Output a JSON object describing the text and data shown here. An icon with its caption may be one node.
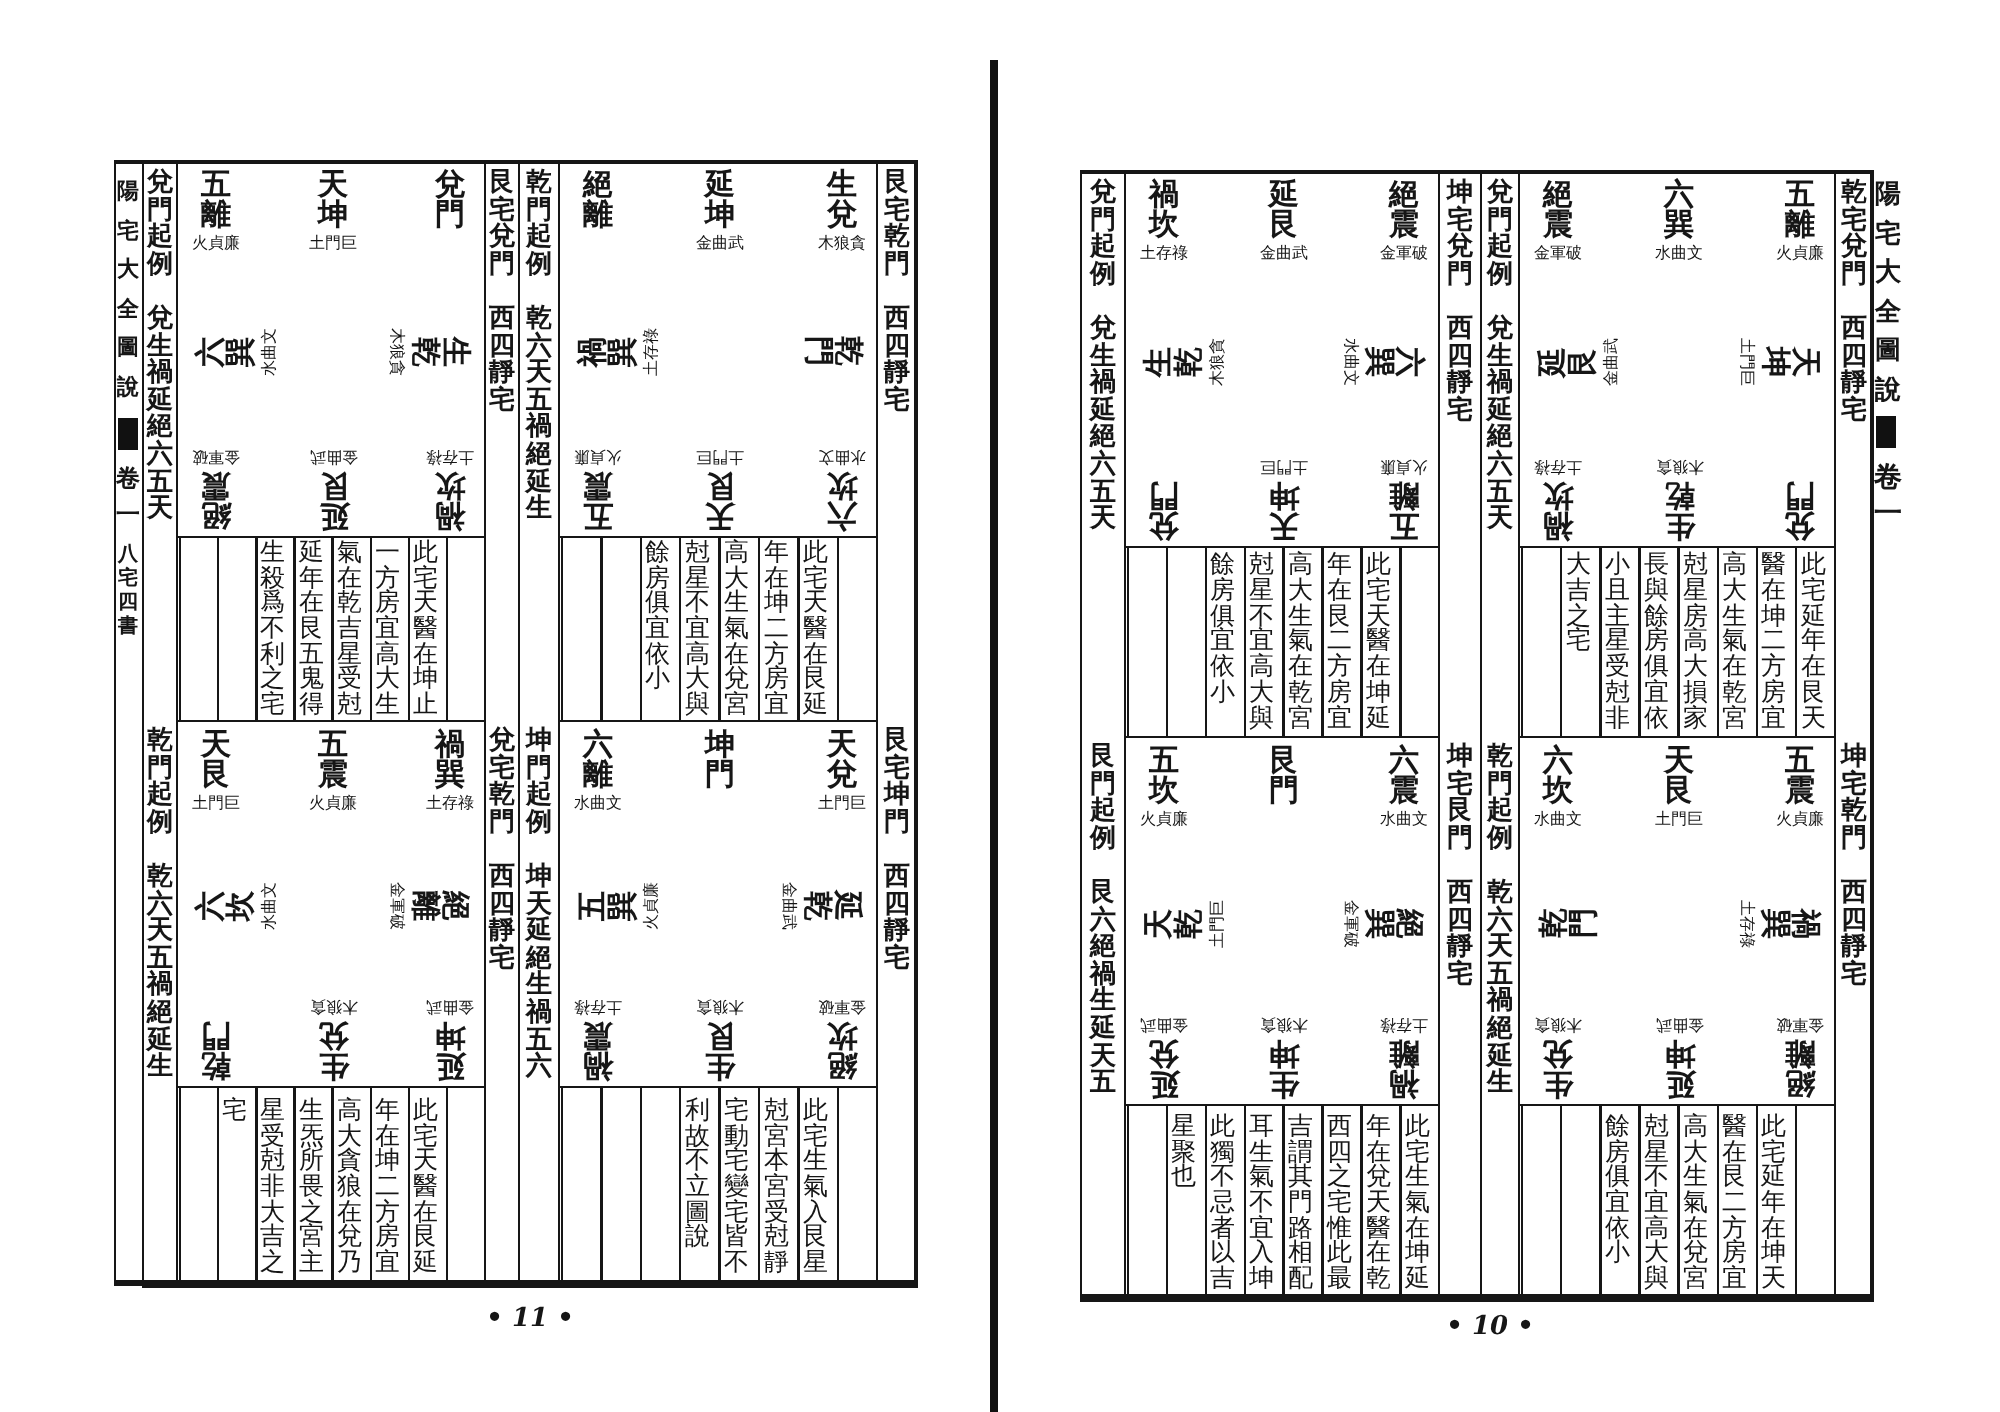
{
  "diagram": {
    "nodes": [
      {
        "text": [
          "乾宅兌門",
          "西四靜宅",
          "坤宅乾門",
          "西四靜宅"
        ]
      },
      {
        "text": [
          "五離",
          "火貞廉",
          "六巽",
          "水曲文",
          "絕震",
          "金軍破",
          "天坤",
          "土門巨",
          "延艮",
          "金曲武",
          "兌門",
          "生乾",
          "木狼貪",
          "禍坎",
          "土存祿"
        ]
      },
      {
        "text": [
          "此宅延年在艮天",
          "醫在坤二方房宜",
          "高大生氣在乾宮",
          "尅星房高大損家",
          "長與餘房俱宜依",
          "小且主星受尅非",
          "大吉之宅"
        ]
      },
      {
        "text": [
          "五震",
          "火貞廉",
          "天艮",
          "土門巨",
          "六坎",
          "水曲文",
          "禍巽",
          "土存祿",
          "乾門",
          "絕離",
          "金軍破",
          "延坤",
          "金曲武",
          "生兌",
          "木狼貪"
        ]
      },
      {
        "text": [
          "此宅延年在坤天",
          "醫在艮二方房宜",
          "高大生氣在兌宮",
          "尅星不宜高大與",
          "餘房俱宜依小"
        ]
      },
      {
        "text": [
          "兌門起例",
          "兌生禍延絕六五天",
          "乾門起例",
          "乾六天五禍絕延生"
        ]
      },
      {
        "text": [
          "坤宅兌門",
          "西四靜宅",
          "坤宅艮門",
          "西四靜宅"
        ]
      },
      {
        "text": [
          "絕震",
          "金軍破",
          "延艮",
          "金曲武",
          "禍坎",
          "土存祿",
          "六巽",
          "水曲文",
          "生乾",
          "木狼貪",
          "五離",
          "火貞廉",
          "天坤",
          "土門巨",
          "兌門"
        ]
      },
      {
        "text": [
          "此宅天醫在坤延",
          "年在艮二方房宜",
          "高大生氣在乾宮",
          "尅星不宜高大與",
          "餘房俱宜依小"
        ]
      },
      {
        "text": [
          "六震",
          "水曲文",
          "艮門",
          "五坎",
          "火貞廉",
          "絕巽",
          "金軍破",
          "天乾",
          "土門巨",
          "禍離",
          "土存祿",
          "生坤",
          "木狼貪",
          "延兌",
          "金曲武"
        ]
      },
      {
        "text": [
          "此宅生氣在坤延",
          "年在兌天醫在乾",
          "西四之宅惟此最",
          "吉謂其門路相配",
          "耳生氣不宜入坤",
          "此獨不忌者以吉",
          "星聚也"
        ]
      },
      {
        "text": [
          "兌門起例",
          "兌生禍延絕六五天",
          "艮門起例",
          "艮六絕禍生延天五"
        ]
      },
      {
        "text": [
          "艮宅乾門",
          "西四靜宅",
          "艮宅坤門",
          "西四靜宅"
        ]
      },
      {
        "text": [
          "生兌",
          "木狼貪",
          "延坤",
          "金曲武",
          "絕離",
          "乾門",
          "禍巽",
          "土存祿",
          "六坎",
          "水曲文",
          "天艮",
          "土門巨",
          "五震",
          "火貞廉"
        ]
      },
      {
        "text": [
          "此宅天醫在艮延",
          "年在坤二方房宜",
          "高大生氣在兌宮",
          "尅星不宜高大與",
          "餘房俱宜依小"
        ]
      },
      {
        "text": [
          "天兌",
          "土門巨",
          "坤門",
          "六離",
          "水曲文",
          "延乾",
          "金曲武",
          "五巽",
          "火貞廉",
          "絕坎",
          "金軍破",
          "生艮",
          "木狼貪",
          "禍震",
          "土存祿"
        ]
      },
      {
        "text": [
          "此宅生氣入艮星",
          "尅宮本宮受尅靜",
          "宅動宅變宅皆不",
          "利故不立圖說"
        ]
      },
      {
        "text": [
          "乾門起例",
          "乾六天五禍絕延生",
          "坤門起例",
          "坤天延絕生禍五六"
        ]
      },
      {
        "text": [
          "艮宅兌門",
          "西四靜宅",
          "兌宅乾門",
          "西四靜宅"
        ]
      },
      {
        "text": [
          "兌門",
          "天坤",
          "土門巨",
          "五離",
          "火貞廉",
          "生乾",
          "木狼貪",
          "六巽",
          "水曲文",
          "禍坎",
          "土存祿",
          "延艮",
          "金曲武",
          "絕震",
          "金軍破"
        ]
      },
      {
        "text": [
          "此宅天醫在坤止",
          "一方房宜高大生",
          "氣在乾吉星受尅",
          "延年在艮五鬼得",
          "生殺爲不利之宅"
        ]
      },
      {
        "text": [
          "禍巽",
          "土存祿",
          "五震",
          "火貞廉",
          "天艮",
          "土門巨",
          "絕離",
          "金軍破",
          "六坎",
          "水曲文",
          "延坤",
          "金曲武",
          "生兌",
          "木狼貪",
          "乾門"
        ]
      },
      {
        "text": [
          "此宅天醫在艮延",
          "年在坤二方房宜",
          "高大貪狼在兌乃",
          "生炁所畏之宮主",
          "星受尅非大吉之",
          "宅"
        ]
      },
      {
        "text": [
          "兌門起例",
          "兌生禍延絕六五天",
          "乾門起例",
          "乾六天五禍絕延生"
        ]
      }
    ],
    "labels": [
      "陽宅大全圖說",
      "卷一",
      "• 10 •",
      "陽宅大全圖說",
      "卷一",
      "八宅四書",
      "• 11 •"
    ]
  }
}
